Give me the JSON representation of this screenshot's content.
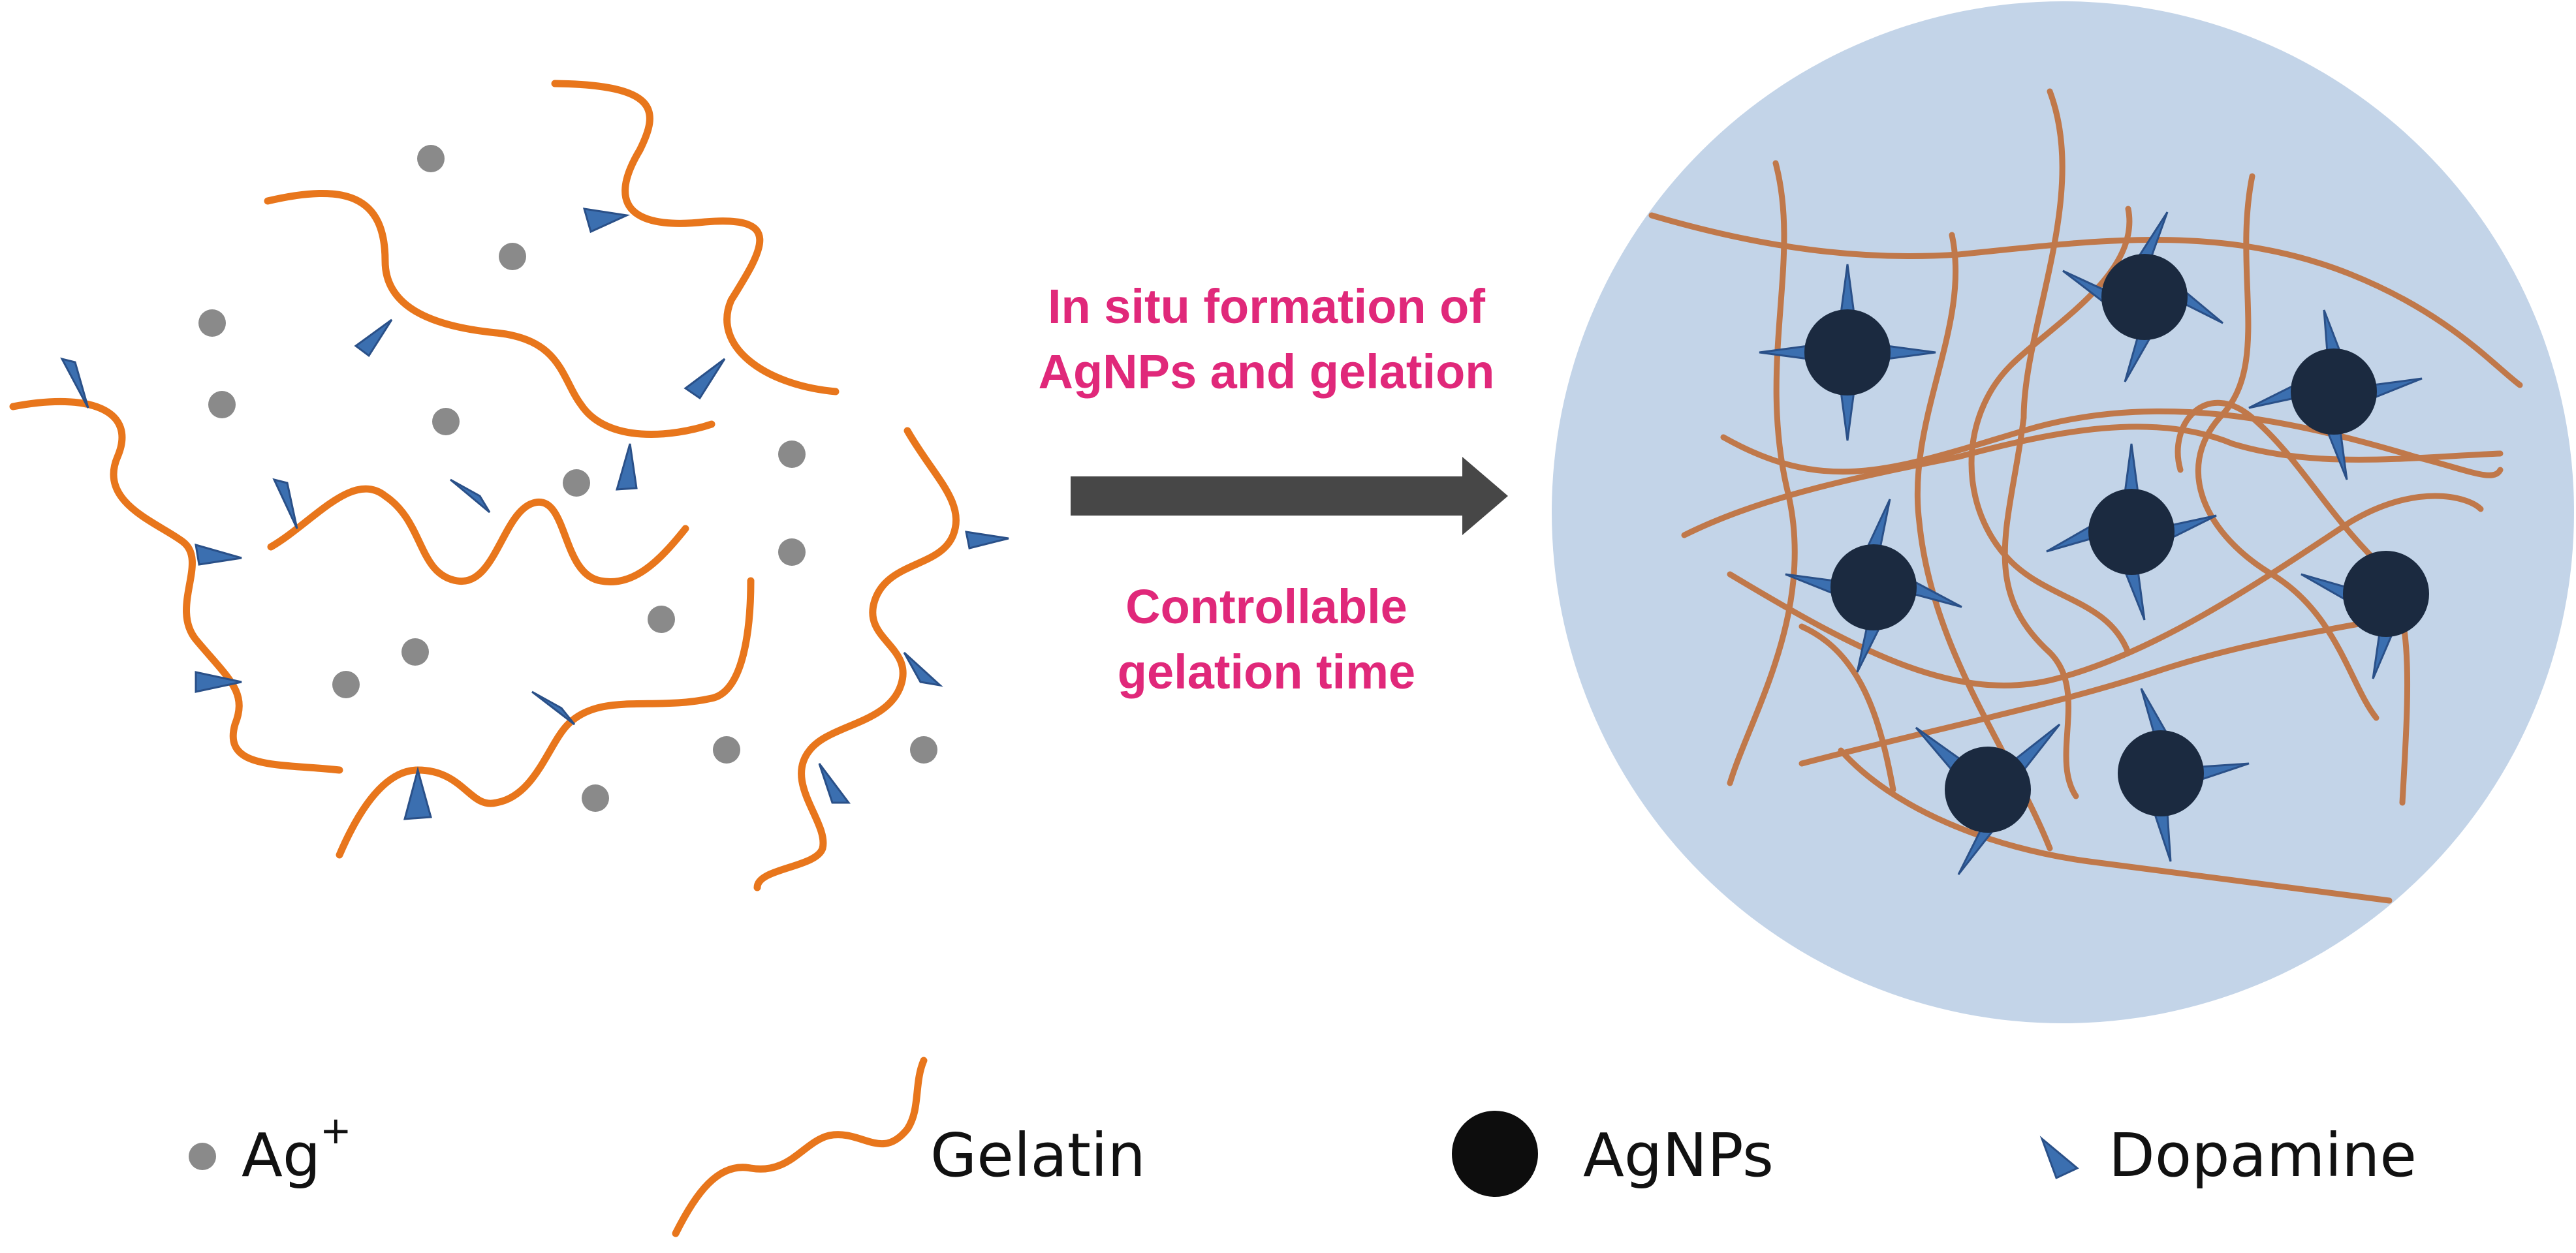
{
  "captions": {
    "top_line1": "In situ formation of",
    "top_line2": "AgNPs and gelation",
    "bottom_line1": "Controllable",
    "bottom_line2": "gelation time"
  },
  "legend": {
    "ag_ion": "Ag",
    "ag_ion_charge": "+",
    "gelatin": "Gelatin",
    "agnps": "AgNPs",
    "dopamine": "Dopamine"
  },
  "colors": {
    "gelatin_chain": "#e8761c",
    "network_chain": "#c0784a",
    "ag_ion": "#8a8a8a",
    "dopamine": "#3b6fb0",
    "agnp": "#1b2a40",
    "hydrogel_bg": "#c3d4e8",
    "arrow": "#474747",
    "caption_text": "#e0287a"
  },
  "icons": {
    "arrow": "right-arrow-icon",
    "ag_ion": "dot-icon",
    "dopamine": "triangle-icon",
    "agnp": "circle-icon"
  }
}
